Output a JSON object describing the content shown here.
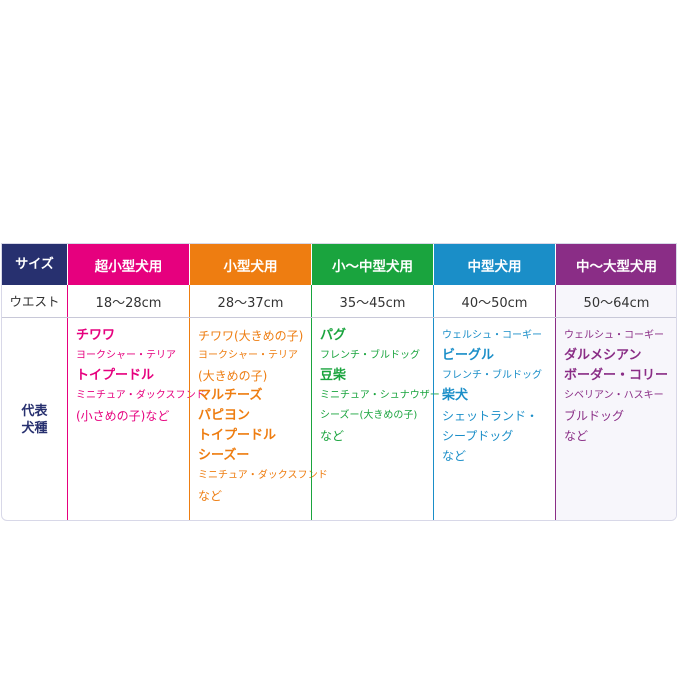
{
  "colors": {
    "header_bg": "#27306f",
    "col1": "#e6007e",
    "col2": "#ee7d11",
    "col3": "#1aa43e",
    "col4": "#1a8ec8",
    "col5": "#8a2d86"
  },
  "table": {
    "row_labels": {
      "size": "サイズ",
      "waist": "ウエスト",
      "breeds": "代表犬種"
    },
    "columns": [
      {
        "header": "超小型犬用",
        "waist": "18〜28cm",
        "breeds": [
          "チワワ",
          "ヨークシャー・テリア",
          "トイプードル",
          "ミニチュア・ダックスフンド",
          "(小さめの子)など"
        ]
      },
      {
        "header": "小型犬用",
        "waist": "28〜37cm",
        "breeds": [
          "チワワ(大きめの子)",
          "ヨークシャー・テリア",
          "(大きめの子)",
          "マルチーズ",
          "パピヨン",
          "トイプードル",
          "シーズー",
          "ミニチュア・ダックスフンド",
          "など"
        ]
      },
      {
        "header": "小〜中型犬用",
        "waist": "35〜45cm",
        "breeds": [
          "パグ",
          "フレンチ・ブルドッグ",
          "豆柴",
          "ミニチュア・シュナウザー",
          "シーズー(大きめの子)",
          "など"
        ]
      },
      {
        "header": "中型犬用",
        "waist": "40〜50cm",
        "breeds": [
          "ウェルシュ・コーギー",
          "ビーグル",
          "フレンチ・ブルドッグ",
          "柴犬",
          "シェットランド・",
          "シープドッグ",
          "など"
        ]
      },
      {
        "header": "中〜大型犬用",
        "waist": "50〜64cm",
        "breeds": [
          "ウェルシュ・コーギー",
          "ダルメシアン",
          "ボーダー・コリー",
          "シベリアン・ハスキー",
          "ブルドッグ",
          "など"
        ]
      }
    ]
  }
}
